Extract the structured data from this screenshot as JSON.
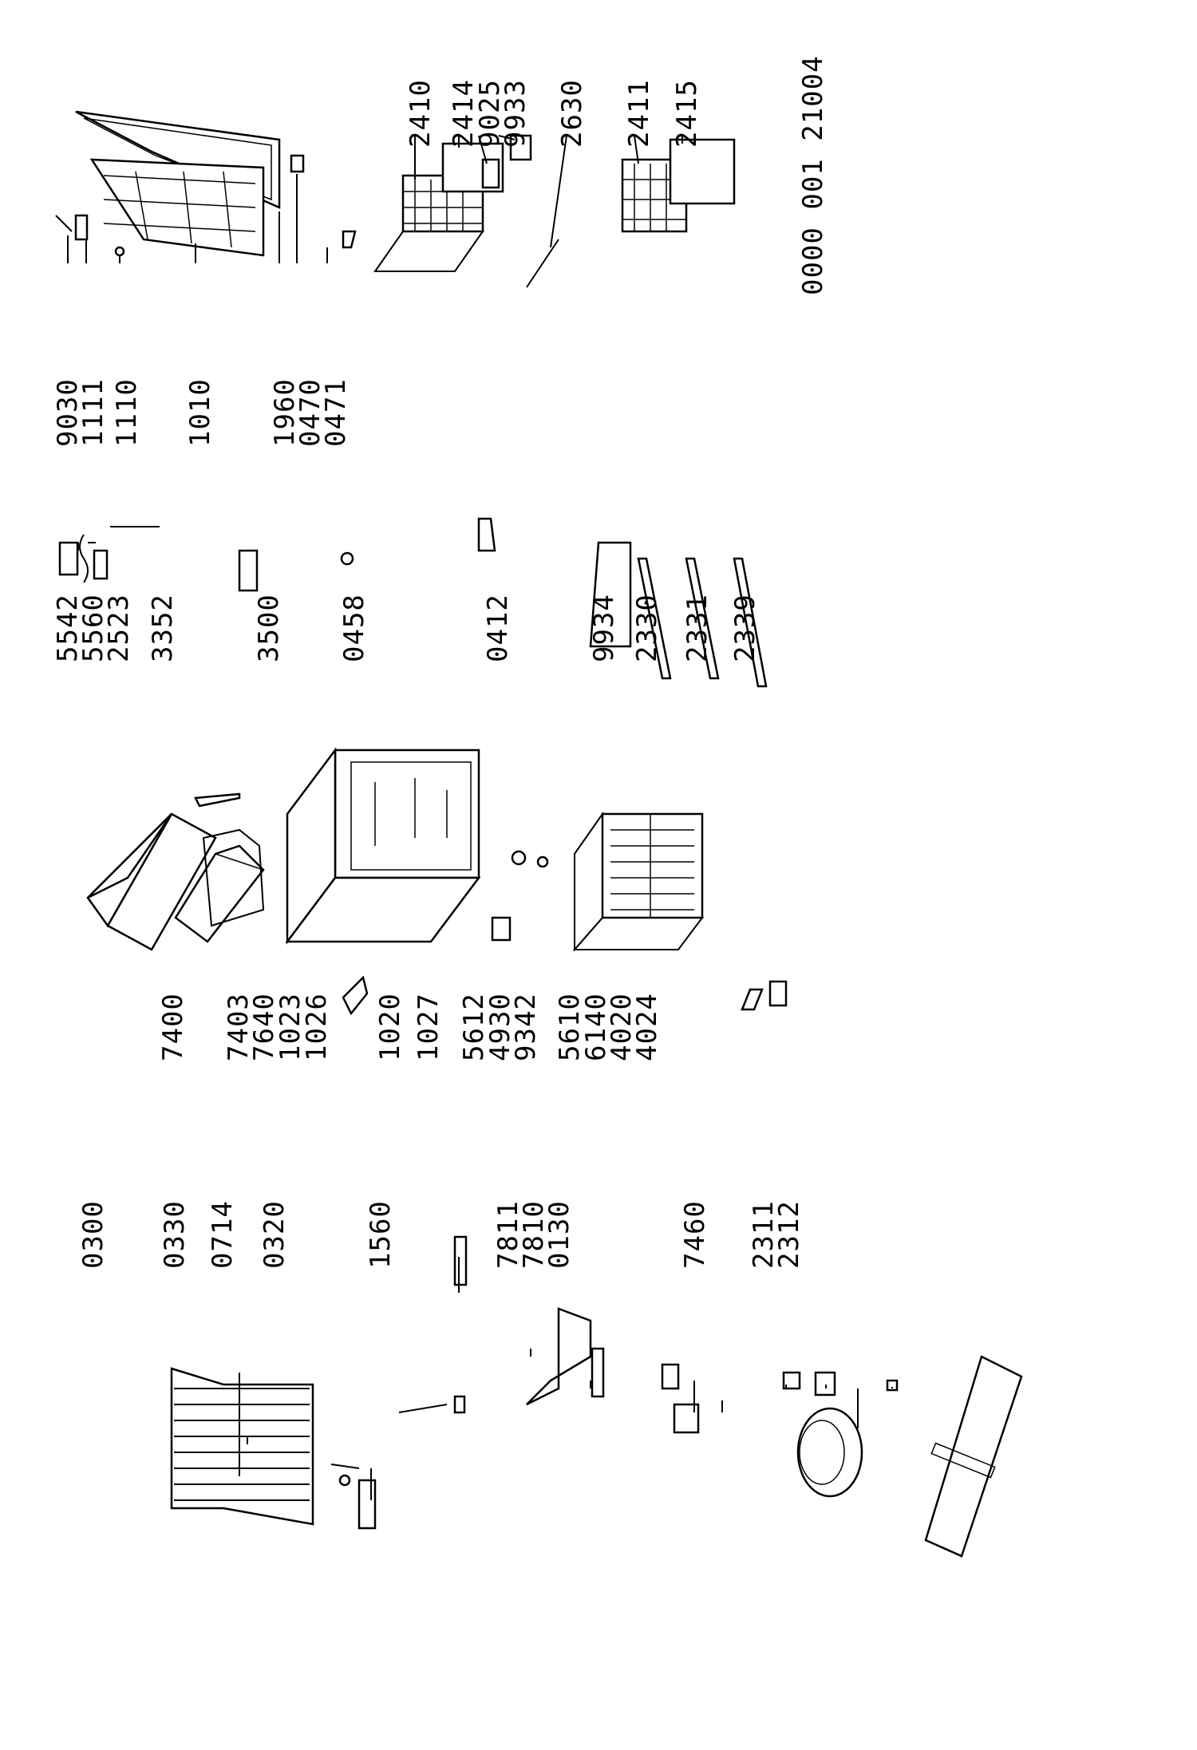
{
  "drawing": {
    "reference": "0000 001 21004",
    "labels": {
      "p7400": "7400",
      "p7403": "7403",
      "p7640": "7640",
      "p1023": "1023",
      "p1026": "1026",
      "p1020": "1020",
      "p1027": "1027",
      "p5612": "5612",
      "p4930": "4930",
      "p9342": "9342",
      "p5610": "5610",
      "p6140": "6140",
      "p4020": "4020",
      "p4024": "4024",
      "p0300": "0300",
      "p0330": "0330",
      "p0714": "0714",
      "p0320": "0320",
      "p1560": "1560",
      "p7811": "7811",
      "p7810": "7810",
      "p0130": "0130",
      "p7460": "7460",
      "p2311": "2311",
      "p2312": "2312",
      "p5542": "5542",
      "p5560": "5560",
      "p2523": "2523",
      "p3352": "3352",
      "p3500": "3500",
      "p0458": "0458",
      "p0412": "0412",
      "p9934": "9934",
      "p2330": "2330",
      "p2331": "2331",
      "p2339": "2339",
      "p9030": "9030",
      "p1111": "1111",
      "p1110": "1110",
      "p1010": "1010",
      "p1960": "1960",
      "p0470": "0470",
      "p0471": "0471",
      "p2410": "2410",
      "p2414": "2414",
      "p9025": "9025",
      "p9933": "9933",
      "p2630": "2630",
      "p2411": "2411",
      "p2415": "2415"
    }
  }
}
